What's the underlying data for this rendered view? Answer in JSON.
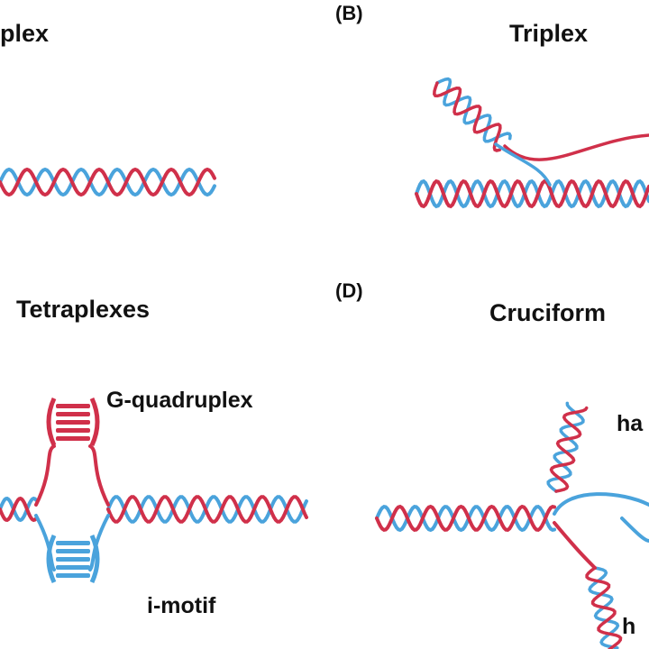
{
  "panels": {
    "a": {
      "title": "plex"
    },
    "b": {
      "letter": "(B)",
      "title": "Triplex"
    },
    "c": {
      "title": "Tetraplexes",
      "labels": {
        "top": "G-quadruplex",
        "bottom": "i-motif"
      }
    },
    "d": {
      "letter": "(D)",
      "title": "Cruciform",
      "labels": {
        "top": "ha",
        "bottom": "h"
      }
    }
  },
  "colors": {
    "red_strand": "#d0304a",
    "blue_strand": "#4aa3dc"
  }
}
